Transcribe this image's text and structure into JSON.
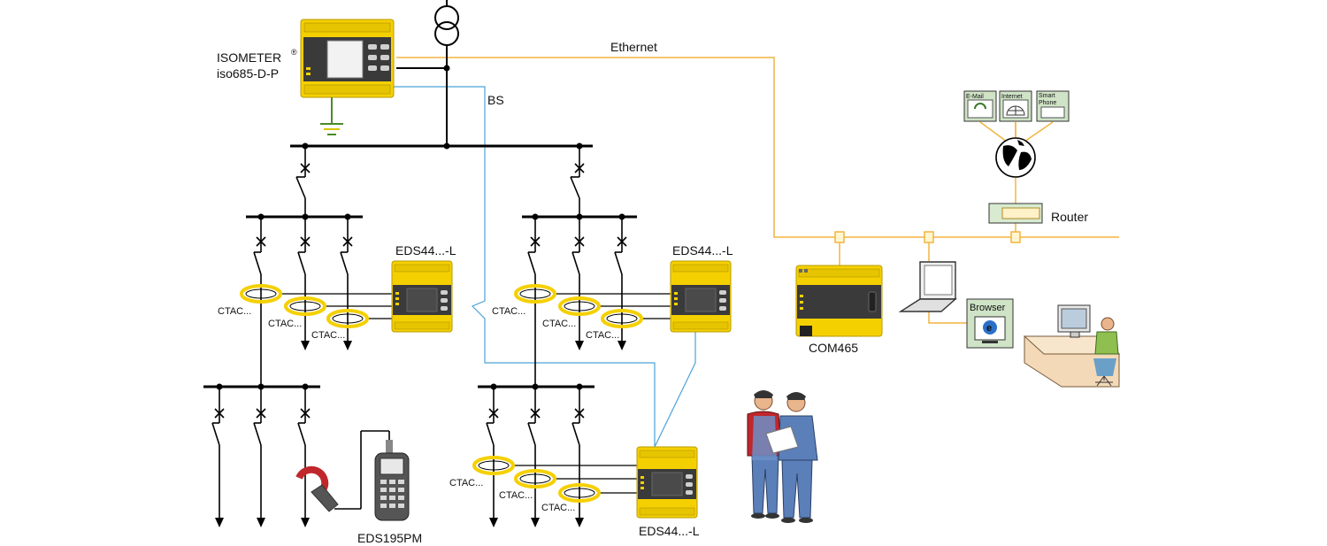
{
  "labels": {
    "isometer_line1": "ISOMETER",
    "isometer_reg": "®",
    "isometer_line2": "iso685-D-P",
    "ethernet": "Ethernet",
    "bs": "BS",
    "router": "Router",
    "com": "COM465",
    "eds_a": "EDS44...-L",
    "eds_b": "EDS44...-L",
    "eds_c": "EDS44...-L",
    "eds195": "EDS195PM",
    "browser": "Browser",
    "ctac": "CTAC...",
    "icon_email": "E-Mail",
    "icon_internet": "Internet",
    "icon_smart1": "Smart",
    "icon_smart2": "Phone"
  },
  "colors": {
    "ethernet_line": "#f2b440",
    "bs_line": "#4aa3d8",
    "device_yellow": "#f5d000",
    "ctac_ring": "#f5d000",
    "busbar": "#000000",
    "device_gray": "#3a3a3a"
  },
  "icons": [
    "transformer-icon",
    "earth-ground-icon",
    "globe-icon",
    "email-icon",
    "internet-icon",
    "smartphone-icon",
    "laptop-icon",
    "workstation-icon",
    "workers-icon",
    "clamp-icon"
  ]
}
